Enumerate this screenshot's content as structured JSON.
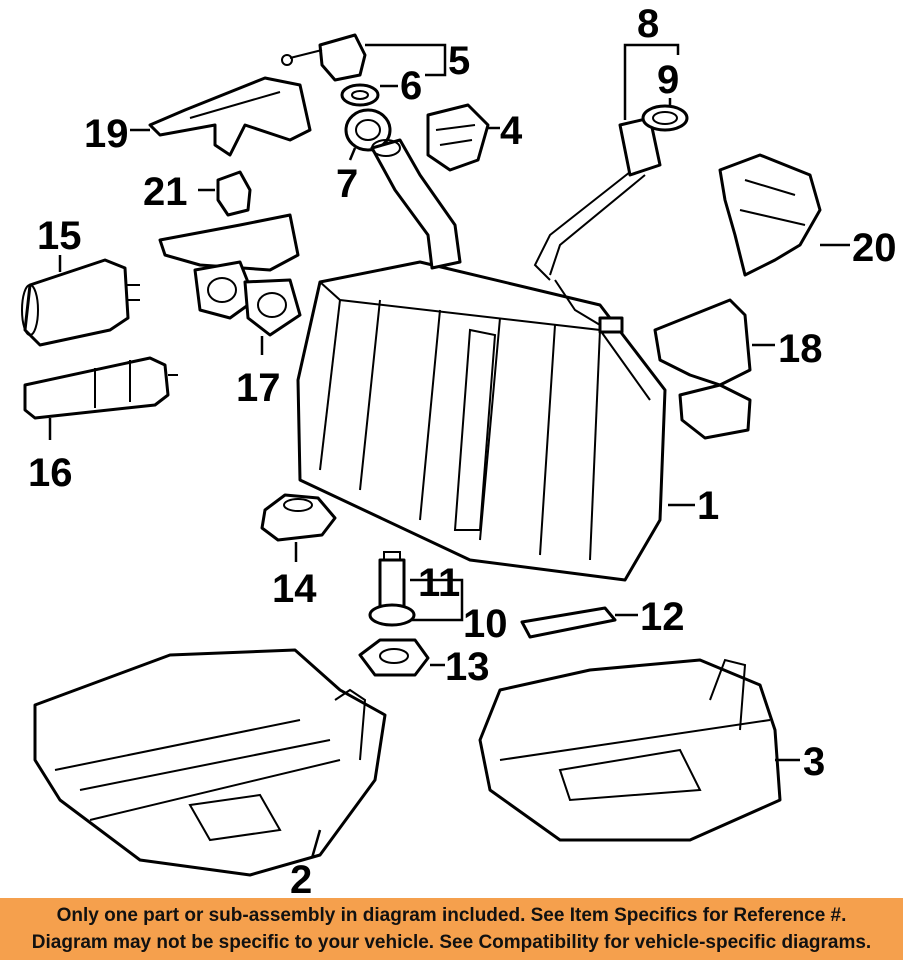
{
  "callouts": [
    "1",
    "2",
    "3",
    "4",
    "5",
    "6",
    "7",
    "8",
    "9",
    "10",
    "11",
    "12",
    "13",
    "14",
    "15",
    "16",
    "17",
    "18",
    "19",
    "20",
    "21"
  ],
  "banner": {
    "line1": "Only one part or sub-assembly in diagram included. See Item Specifics for Reference #.",
    "line2": "Diagram may not be specific to your vehicle. See Compatibility for vehicle-specific diagrams."
  },
  "colors": {
    "banner_bg": "#f5a04d",
    "line_art": "#000000"
  }
}
